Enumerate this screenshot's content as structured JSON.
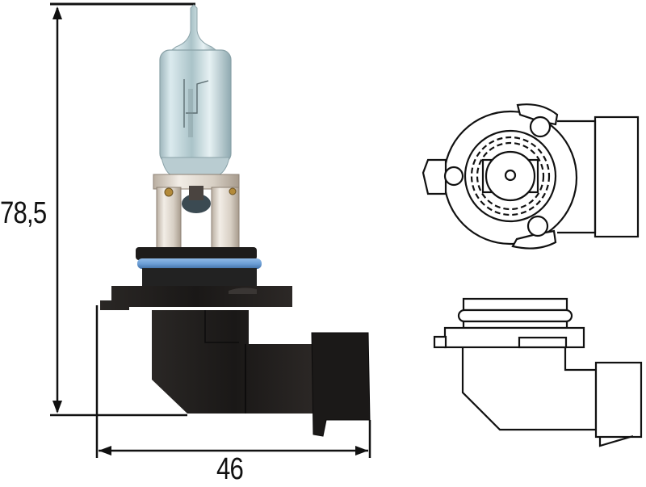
{
  "diagram": {
    "subject": "HB3/9005 halogen headlamp bulb technical drawing",
    "dimensions": {
      "height": {
        "value": "78,5",
        "orientation": "vertical"
      },
      "width": {
        "value": "46",
        "orientation": "horizontal"
      }
    },
    "views": [
      {
        "name": "side-photo",
        "description": "Photograph of bulb: clear glass capsule with filament, metal clip base, blue O-ring seal, black plastic connector base"
      },
      {
        "name": "top-view",
        "description": "Line drawing of bulb base seen from above: circular flange with three locking lugs, dashed inner ring, center contact, rectangular connector to the right"
      },
      {
        "name": "side-outline",
        "description": "Line drawing outline of base in side profile: O-ring groove, flange with tab, angled body, connector with latch"
      }
    ],
    "colors": {
      "o_ring": "#6d9fd6",
      "base_plastic": "#1d1b1a",
      "glass": "#c9dde3",
      "metal_clip": "#d9d2c8",
      "lines": "#111111"
    }
  }
}
